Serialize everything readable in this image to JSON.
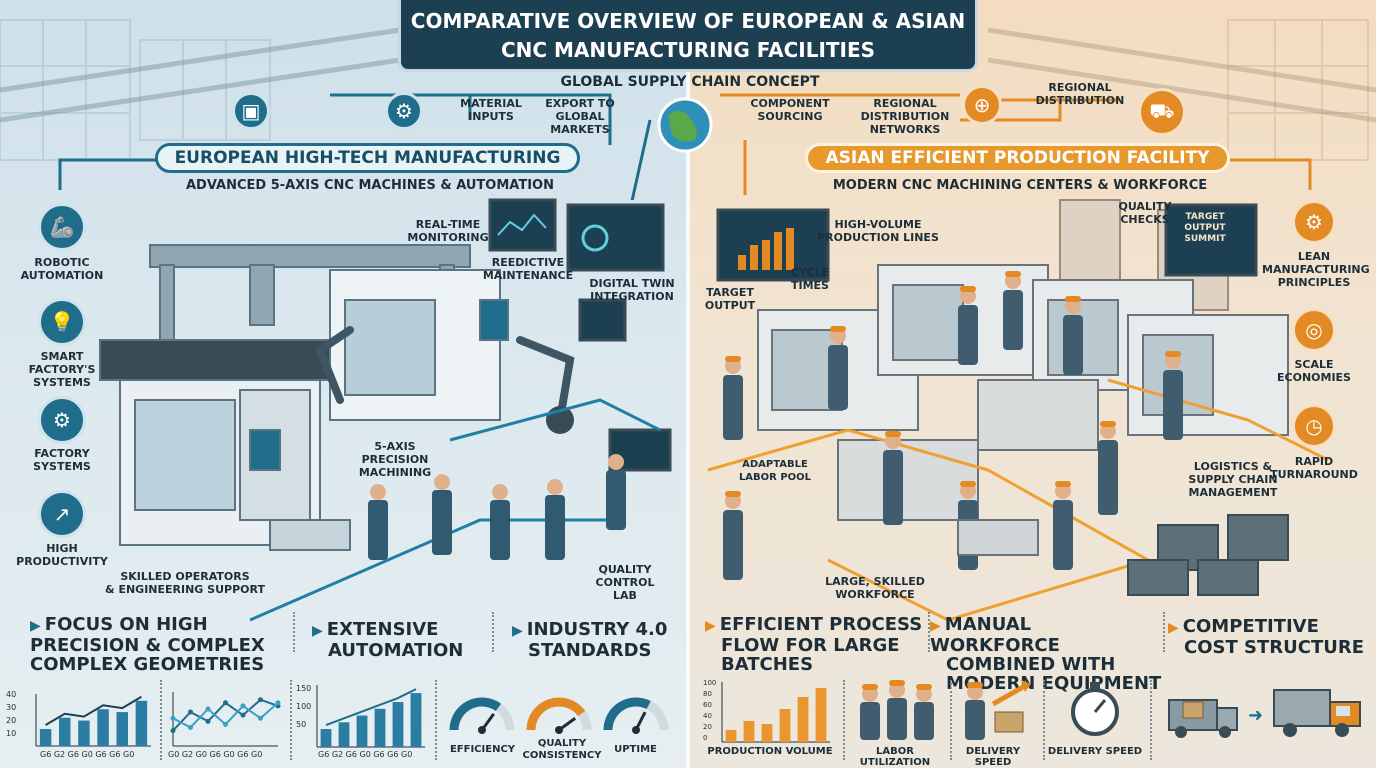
{
  "header": {
    "title_line1": "COMPARATIVE OVERVIEW OF EUROPEAN & ASIAN",
    "title_line2": "CNC MANUFACTURING FACILITIES"
  },
  "supply_chain": {
    "title": "GLOBAL SUPPLY CHAIN CONCEPT",
    "material_inputs_1": "MATERIAL",
    "material_inputs_2": "INPUTS",
    "export_1": "EXPORT TO",
    "export_2": "GLOBAL MARKETS",
    "component_1": "COMPONENT",
    "component_2": "SOURCING",
    "regional_networks_1": "REGIONAL DISTRIBUTION",
    "regional_networks_2": "NETWORKS",
    "regional_dist_1": "REGIONAL",
    "regional_dist_2": "DISTRIBUTION"
  },
  "europe": {
    "banner": "EUROPEAN HIGH-TECH MANUFACTURING",
    "subtitle": "ADVANCED 5-AXIS CNC MACHINES & AUTOMATION",
    "side_items": [
      {
        "l1": "ROBOTIC",
        "l2": "AUTOMATION",
        "l3": ""
      },
      {
        "l1": "SMART",
        "l2": "FACTORY'S",
        "l3": "SYSTEMS"
      },
      {
        "l1": "FACTORY",
        "l2": "SYSTEMS",
        "l3": ""
      },
      {
        "l1": "HIGH",
        "l2": "PRODUCTIVITY",
        "l3": ""
      }
    ],
    "callouts": {
      "realtime_1": "REAL-TIME",
      "realtime_2": "MONITORING",
      "predictive_1": "REEDICTIVE",
      "predictive_2": "MAINTENANCE",
      "twin_1": "DIGITAL TWIN",
      "twin_2": "INTEGRATION",
      "fiveaxis_1": "5-AXIS",
      "fiveaxis_2": "PRECISION",
      "fiveaxis_3": "MACHINING",
      "skilled_1": "SKILLED OPERATORS",
      "skilled_2": "& ENGINEERING SUPPORT",
      "qc_1": "QUALITY",
      "qc_2": "CONTROL",
      "qc_3": "LAB"
    },
    "focus": {
      "f1_l1": "FOCUS ON HIGH",
      "f1_l2": "PRECISION & COMPLEX",
      "f1_l3": "COMPLEX GEOMETRIES",
      "f2_l1": "EXTENSIVE",
      "f2_l2": "AUTOMATION",
      "f3_l1": "INDUSTRY 4.0",
      "f3_l2": "STANDARDS"
    },
    "chart1_ticks": [
      "40",
      "30",
      "20",
      "10"
    ],
    "chart1_xlabel": "G6 G2 G6 G0 G6 G6 G0",
    "chart2_xlabel": "G0 G2 G0 G6 G0 G6 G0",
    "chart3_ticks": [
      "150",
      "100",
      "50"
    ],
    "chart3_xlabel": "G6 G2 G6 G0 G6 G6 G0",
    "gauges": [
      {
        "l1": "EFFICIENCY",
        "l2": "",
        "level": 0.7
      },
      {
        "l1": "QUALITY",
        "l2": "CONSISTENCY",
        "level": 0.8
      },
      {
        "l1": "UPTIME",
        "l2": "",
        "level": 0.65
      }
    ]
  },
  "asia": {
    "banner": "ASIAN EFFICIENT PRODUCTION FACILITY",
    "subtitle": "MODERN CNC MACHINING CENTERS & WORKFORCE",
    "side_items": [
      {
        "l1": "LEAN",
        "l2": "MANUFACTURING",
        "l3": "PRINCIPLES"
      },
      {
        "l1": "SCALE",
        "l2": "ECONOMIES",
        "l3": ""
      },
      {
        "l1": "RAPID",
        "l2": "TURNAROUND",
        "l3": ""
      }
    ],
    "callouts": {
      "highvol_1": "HIGH-VOLUME",
      "highvol_2": "PRODUCTION LINES",
      "qc_1": "QUALITY",
      "qc_2": "CHECKS",
      "target_1": "TARGET",
      "target_2": "OUTPUT",
      "cycle_1": "CYCLE",
      "cycle_2": "TIMES",
      "labor_1": "ADAPTABLE",
      "labor_2": "LABOR POOL",
      "logistics_1": "LOGISTICS &",
      "logistics_2": "SUPPLY CHAIN",
      "logistics_3": "MANAGEMENT",
      "workforce_1": "LARGE, SKILLED",
      "workforce_2": "WORKFORCE",
      "screen_1": "TARGET",
      "screen_2": "OUTPUT",
      "screen_3": "SUMMIT"
    },
    "focus": {
      "f1_l1": "EFFICIENT PROCESS",
      "f1_l2": "FLOW FOR LARGE",
      "f1_l3": "BATCHES",
      "f2_l1": "MANUAL WORKFORCE",
      "f2_l2": "COMBINED WITH",
      "f2_l3": "MODERN EQUIPMENT",
      "f3_l1": "COMPETITIVE",
      "f3_l2": "COST STRUCTURE"
    },
    "bars_ticks": [
      "100",
      "80",
      "60",
      "40",
      "20",
      "0"
    ],
    "bottom_labels": {
      "production": "PRODUCTION VOLUME",
      "labor": "LABOR UTILIZATION",
      "delivery1": "DELIVERY SPEED",
      "delivery2": "DELIVERY SPEED"
    }
  },
  "chart_data": [
    {
      "type": "bar",
      "title": "",
      "series": [
        {
          "values": [
            12,
            20,
            18,
            26,
            24,
            32
          ]
        }
      ]
    },
    {
      "type": "line",
      "title": "",
      "series": [
        {
          "values": [
            10,
            22,
            16,
            28,
            20,
            30,
            26
          ]
        },
        {
          "values": [
            18,
            12,
            24,
            14,
            26,
            18,
            28
          ]
        }
      ]
    },
    {
      "type": "bar",
      "title": "",
      "series": [
        {
          "values": [
            40,
            55,
            70,
            85,
            100,
            120
          ]
        }
      ]
    },
    {
      "type": "bar",
      "title": "PRODUCTION VOLUME",
      "ylim": [
        0,
        100
      ],
      "series": [
        {
          "values": [
            20,
            35,
            30,
            55,
            75,
            90
          ]
        }
      ]
    }
  ],
  "colors": {
    "navy": "#1d3f52",
    "teal": "#1f6d8a",
    "orange": "#e48a24",
    "ink": "#1d2e38"
  }
}
